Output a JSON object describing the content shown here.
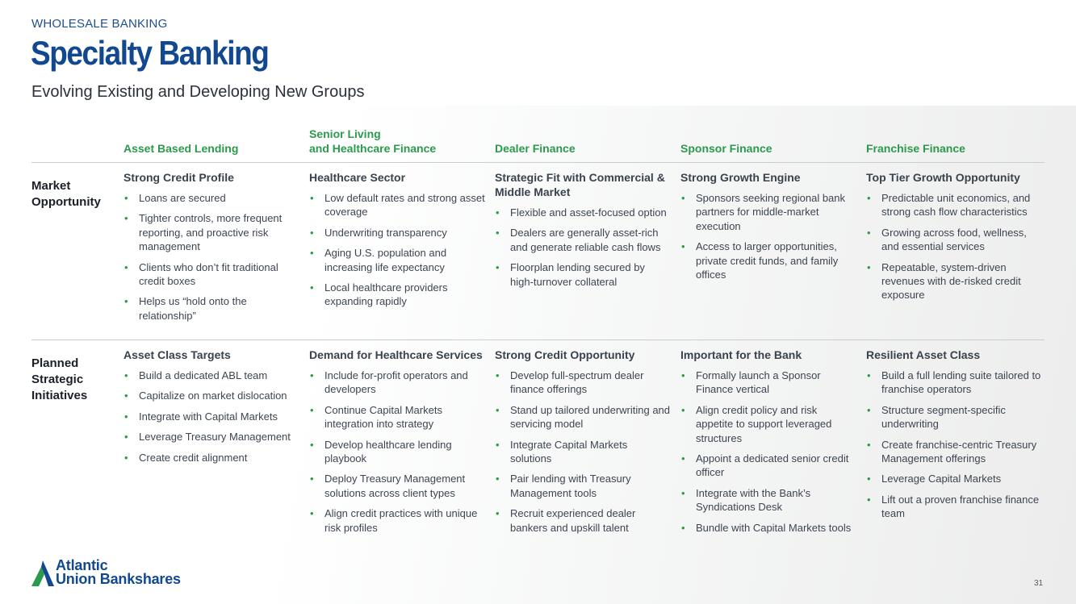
{
  "header": {
    "kicker": "WHOLESALE BANKING",
    "title": "Specialty Banking",
    "subtitle": "Evolving Existing and Developing New Groups"
  },
  "columns": [
    "Asset Based Lending",
    "Senior Living\nand Healthcare Finance",
    "Dealer Finance",
    "Sponsor Finance",
    "Franchise Finance"
  ],
  "rows": [
    {
      "label": "Market\nOpportunity",
      "cells": [
        {
          "title": "Strong Credit Profile",
          "bullets": [
            "Loans are secured",
            "Tighter controls, more frequent reporting, and proactive risk management",
            "Clients who don’t fit traditional credit boxes",
            "Helps us “hold onto the relationship”"
          ]
        },
        {
          "title": "Healthcare Sector",
          "bullets": [
            "Low default rates and strong asset coverage",
            "Underwriting transparency",
            "Aging U.S. population and increasing life expectancy",
            "Local healthcare providers expanding rapidly"
          ]
        },
        {
          "title": "Strategic Fit with Commercial & Middle Market",
          "bullets": [
            "Flexible and asset-focused option",
            "Dealers are generally asset-rich and generate reliable cash flows",
            "Floorplan lending secured by high-turnover collateral"
          ]
        },
        {
          "title": "Strong Growth Engine",
          "bullets": [
            "Sponsors seeking regional bank partners for middle-market execution",
            "Access to larger opportunities, private credit funds, and family offices"
          ]
        },
        {
          "title": "Top Tier Growth Opportunity",
          "bullets": [
            "Predictable unit economics, and strong cash flow characteristics",
            "Growing across food, wellness, and essential services",
            "Repeatable, system-driven revenues with de-risked credit exposure"
          ]
        }
      ]
    },
    {
      "label": "Planned\nStrategic\nInitiatives",
      "cells": [
        {
          "title": "Asset Class Targets",
          "bullets": [
            "Build a dedicated ABL team",
            "Capitalize on market dislocation",
            "Integrate with Capital Markets",
            "Leverage Treasury Management",
            "Create credit alignment"
          ]
        },
        {
          "title": "Demand for Healthcare Services",
          "bullets": [
            "Include for-profit operators and developers",
            "Continue Capital Markets integration into strategy",
            "Develop healthcare lending playbook",
            "Deploy Treasury Management solutions across client types",
            "Align credit practices with unique risk profiles"
          ]
        },
        {
          "title": "Strong Credit Opportunity",
          "bullets": [
            "Develop full-spectrum dealer finance offerings",
            "Stand up tailored underwriting and servicing model",
            "Integrate Capital Markets solutions",
            "Pair lending with Treasury Management tools",
            "Recruit experienced dealer bankers and upskill talent"
          ]
        },
        {
          "title": "Important for the Bank",
          "bullets": [
            "Formally launch a Sponsor Finance vertical",
            "Align credit policy and risk appetite to support leveraged structures",
            "Appoint a dedicated senior credit officer",
            "Integrate with the Bank’s Syndications Desk",
            "Bundle with Capital Markets tools"
          ]
        },
        {
          "title": "Resilient Asset Class",
          "bullets": [
            "Build a full lending suite tailored to franchise operators",
            "Structure segment-specific underwriting",
            "Create franchise-centric Treasury Management offerings",
            "Leverage Capital Markets",
            "Lift out a proven franchise finance team"
          ]
        }
      ]
    }
  ],
  "footer": {
    "logo_line1": "Atlantic",
    "logo_line2": "Union Bankshares",
    "page_number": "31",
    "brand_green": "#2c9a4c",
    "brand_blue": "#12488f"
  }
}
